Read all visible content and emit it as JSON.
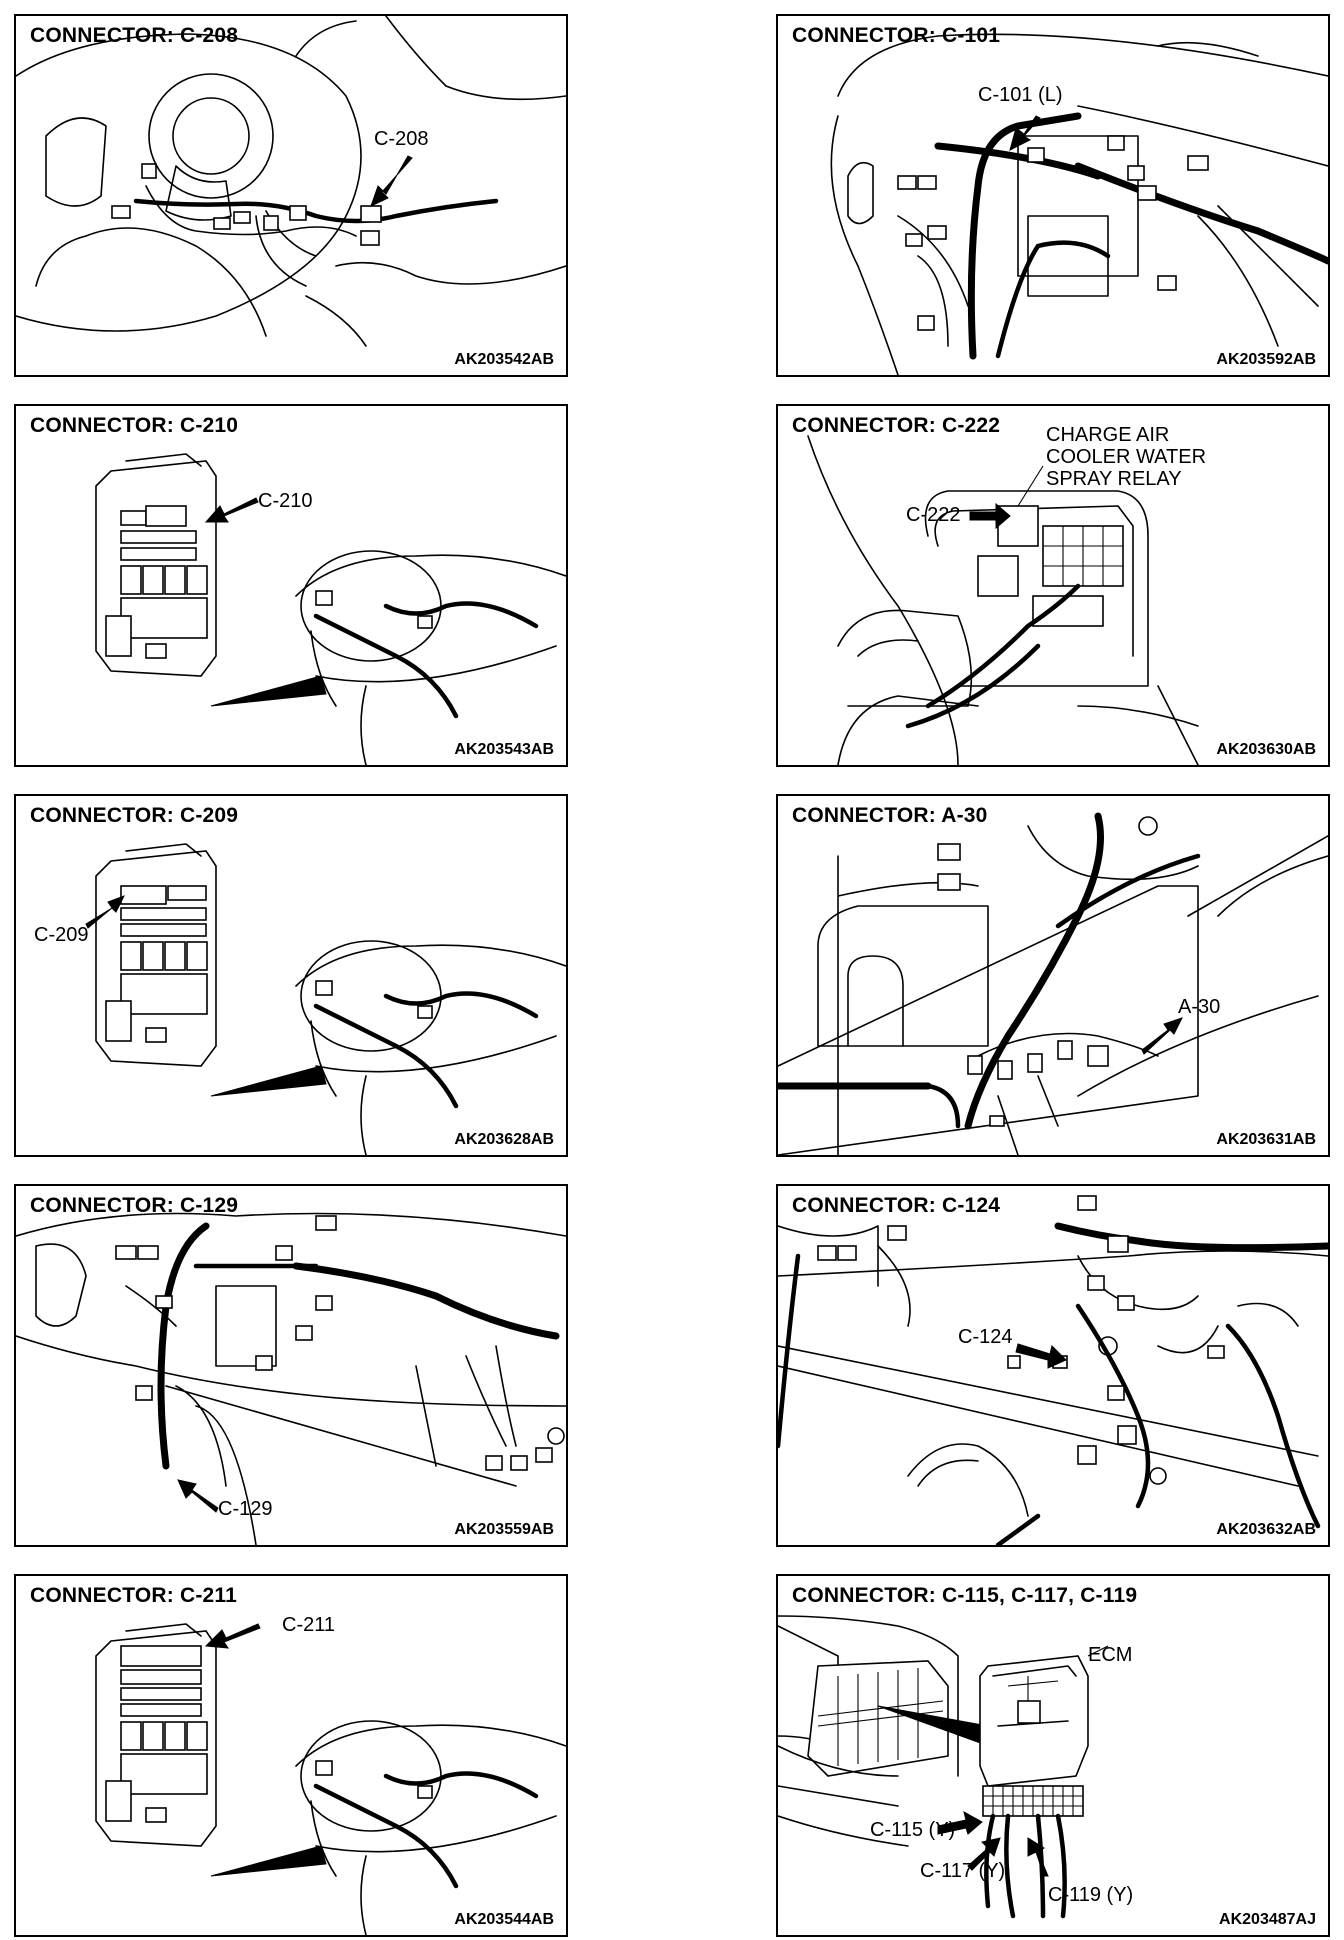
{
  "panels": [
    {
      "title": "CONNECTOR: C-208",
      "labels": [
        "C-208"
      ],
      "code": "AK203542AB"
    },
    {
      "title": "CONNECTOR: C-101",
      "labels": [
        "C-101 (L)"
      ],
      "code": "AK203592AB"
    },
    {
      "title": "CONNECTOR: C-210",
      "labels": [
        "C-210"
      ],
      "code": "AK203543AB"
    },
    {
      "title": "CONNECTOR: C-222",
      "labels": [
        "CHARGE AIR",
        "COOLER WATER",
        "SPRAY RELAY",
        "C-222"
      ],
      "code": "AK203630AB"
    },
    {
      "title": "CONNECTOR: C-209",
      "labels": [
        "C-209"
      ],
      "code": "AK203628AB"
    },
    {
      "title": "CONNECTOR: A-30",
      "labels": [
        "A-30"
      ],
      "code": "AK203631AB"
    },
    {
      "title": "CONNECTOR: C-129",
      "labels": [
        "C-129"
      ],
      "code": "AK203559AB"
    },
    {
      "title": "CONNECTOR: C-124",
      "labels": [
        "C-124"
      ],
      "code": "AK203632AB"
    },
    {
      "title": "CONNECTOR: C-211",
      "labels": [
        "C-211"
      ],
      "code": "AK203544AB"
    },
    {
      "title": "CONNECTOR: C-115, C-117, C-119",
      "labels": [
        "ECM",
        "C-115 (Y)",
        "C-117 (Y)",
        "C-119 (Y)"
      ],
      "code": "AK203487AJ"
    }
  ]
}
